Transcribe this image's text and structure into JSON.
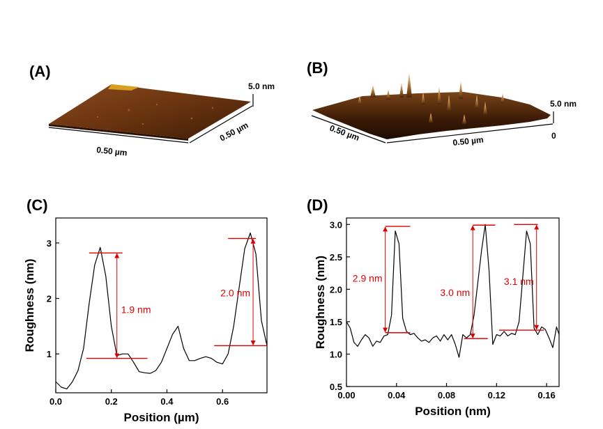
{
  "panels": {
    "a": {
      "label": "(A)",
      "x_dim": "0.50 µm",
      "y_dim": "0.50 µm",
      "z_dim": "5.0 nm"
    },
    "b": {
      "label": "(B)",
      "x_dim": "0.50 µm",
      "y_dim": "0.50 µm",
      "z_top": "5.0 nm",
      "z_bottom": "0"
    }
  },
  "chart_data": [
    {
      "panel_label": "(C)",
      "type": "line",
      "xlabel": "Position (µm)",
      "ylabel": "Roughness (nm)",
      "xlim": [
        0.0,
        0.76
      ],
      "ylim": [
        0.3,
        3.45
      ],
      "xticks": [
        0.0,
        0.2,
        0.4,
        0.6
      ],
      "xtick_labels": [
        "0.0",
        "0.2",
        "0.4",
        "0.6"
      ],
      "yticks": [
        1,
        2,
        3
      ],
      "ytick_labels": [
        "1",
        "2",
        "3"
      ],
      "series": [
        {
          "color": "#000000",
          "x": [
            0.0,
            0.02,
            0.04,
            0.06,
            0.08,
            0.1,
            0.12,
            0.14,
            0.16,
            0.18,
            0.2,
            0.22,
            0.24,
            0.26,
            0.28,
            0.3,
            0.32,
            0.34,
            0.36,
            0.38,
            0.4,
            0.42,
            0.44,
            0.46,
            0.48,
            0.5,
            0.52,
            0.54,
            0.56,
            0.58,
            0.6,
            0.62,
            0.64,
            0.66,
            0.68,
            0.7,
            0.72,
            0.74,
            0.76
          ],
          "y": [
            0.5,
            0.4,
            0.37,
            0.5,
            0.7,
            1.1,
            1.9,
            2.6,
            2.92,
            2.4,
            1.5,
            0.97,
            1.0,
            1.0,
            0.85,
            0.68,
            0.66,
            0.65,
            0.7,
            0.85,
            1.1,
            1.35,
            1.5,
            1.1,
            0.88,
            0.88,
            0.92,
            0.95,
            0.92,
            0.85,
            0.82,
            1.0,
            1.5,
            2.2,
            2.9,
            3.18,
            2.8,
            1.6,
            1.15
          ]
        }
      ],
      "annotations": [
        {
          "text": "1.9 nm",
          "x_pos": 0.22,
          "y_top": 2.82,
          "y_bottom": 0.92,
          "y_text": 1.8,
          "top_line": [
            0.12,
            0.24
          ],
          "bottom_line": [
            0.11,
            0.33
          ]
        },
        {
          "text": "2.0 nm",
          "x_pos": 0.71,
          "y_top": 3.08,
          "y_bottom": 1.15,
          "y_text": 2.1,
          "top_line": [
            0.62,
            0.72
          ],
          "bottom_line": [
            0.57,
            0.76
          ],
          "text_left": true
        }
      ]
    },
    {
      "panel_label": "(D)",
      "type": "line",
      "xlabel": "Position (nm)",
      "ylabel": "Roughness (nm)",
      "xlim": [
        0.0,
        0.17
      ],
      "ylim": [
        0.5,
        3.1
      ],
      "xticks": [
        0.0,
        0.04,
        0.08,
        0.12,
        0.16
      ],
      "xtick_labels": [
        "0.00",
        "0.04",
        "0.08",
        "0.12",
        "0.16"
      ],
      "yticks": [
        0.5,
        1.0,
        1.5,
        2.0,
        2.5,
        3.0
      ],
      "ytick_labels": [
        "0.5",
        "1.0",
        "1.5",
        "2.0",
        "2.5",
        "3.0"
      ],
      "series": [
        {
          "color": "#000000",
          "x": [
            0.0,
            0.003,
            0.006,
            0.009,
            0.012,
            0.015,
            0.018,
            0.021,
            0.024,
            0.027,
            0.03,
            0.033,
            0.036,
            0.039,
            0.042,
            0.045,
            0.048,
            0.051,
            0.054,
            0.057,
            0.06,
            0.063,
            0.066,
            0.069,
            0.072,
            0.075,
            0.078,
            0.081,
            0.084,
            0.087,
            0.09,
            0.093,
            0.096,
            0.099,
            0.102,
            0.105,
            0.108,
            0.111,
            0.114,
            0.117,
            0.12,
            0.123,
            0.126,
            0.129,
            0.132,
            0.135,
            0.138,
            0.141,
            0.144,
            0.147,
            0.15,
            0.153,
            0.156,
            0.159,
            0.162,
            0.165,
            0.168,
            0.17
          ],
          "y": [
            1.5,
            1.4,
            1.18,
            1.12,
            1.22,
            1.3,
            1.25,
            1.12,
            1.2,
            1.18,
            1.28,
            1.3,
            1.6,
            2.9,
            2.7,
            1.55,
            1.35,
            1.3,
            1.32,
            1.25,
            1.2,
            1.22,
            1.18,
            1.25,
            1.28,
            1.2,
            1.3,
            1.22,
            1.3,
            1.15,
            0.95,
            1.3,
            1.25,
            1.3,
            1.6,
            2.1,
            2.6,
            3.0,
            2.3,
            1.15,
            1.3,
            1.28,
            1.35,
            1.28,
            1.32,
            1.3,
            1.5,
            2.2,
            2.9,
            2.7,
            1.4,
            1.3,
            1.42,
            1.38,
            1.25,
            1.1,
            1.42,
            1.3
          ]
        }
      ],
      "annotations": [
        {
          "text": "2.9 nm",
          "x_pos": 0.031,
          "y_top": 2.97,
          "y_bottom": 1.33,
          "y_text": 2.17,
          "top_line": [
            0.031,
            0.051
          ],
          "bottom_line": [
            0.031,
            0.051
          ],
          "text_left": true
        },
        {
          "text": "3.0 nm",
          "x_pos": 0.101,
          "y_top": 2.99,
          "y_bottom": 1.24,
          "y_text": 1.95,
          "top_line": [
            0.101,
            0.119
          ],
          "bottom_line": [
            0.094,
            0.113
          ],
          "text_left": true
        },
        {
          "text": "3.1 nm",
          "x_pos": 0.152,
          "y_top": 3.0,
          "y_bottom": 1.37,
          "y_text": 2.12,
          "top_line": [
            0.134,
            0.153
          ],
          "bottom_line": [
            0.122,
            0.158
          ],
          "text_left": true
        }
      ]
    }
  ]
}
